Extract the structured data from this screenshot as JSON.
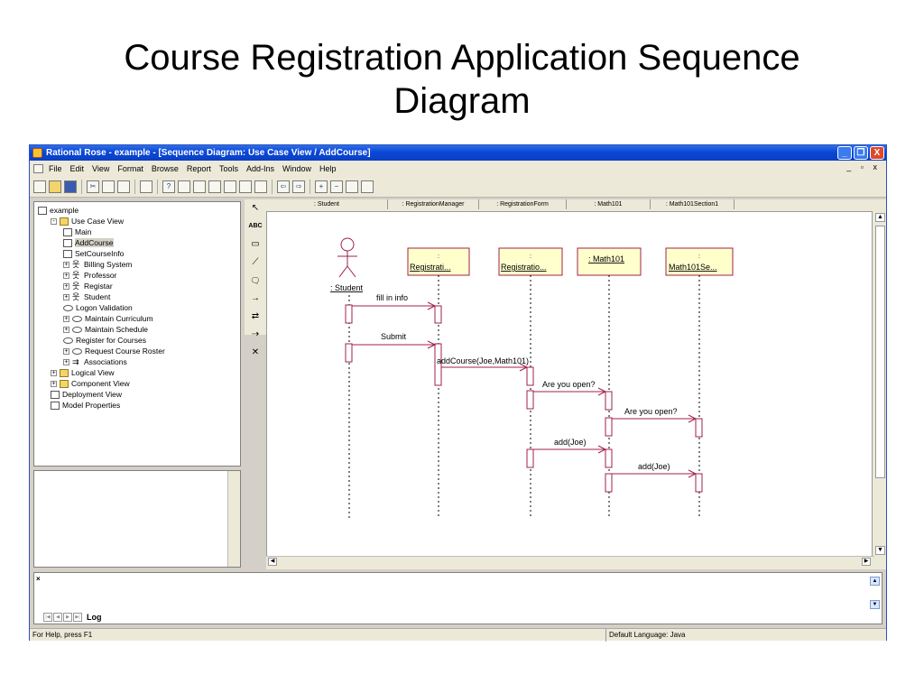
{
  "slide": {
    "title_line1": "Course Registration Application Sequence",
    "title_line2": "Diagram"
  },
  "window": {
    "title": "Rational Rose - example - [Sequence Diagram: Use Case View / AddCourse]",
    "buttons": [
      "_",
      "❐",
      "X"
    ]
  },
  "menu": {
    "items": [
      "File",
      "Edit",
      "View",
      "Format",
      "Browse",
      "Report",
      "Tools",
      "Add-Ins",
      "Window",
      "Help"
    ],
    "mdi_controls": "_ ▫ x"
  },
  "browser": {
    "tree": [
      {
        "label": "example",
        "level": 0,
        "icon": "model-icon",
        "exp": ""
      },
      {
        "label": "Use Case View",
        "level": 1,
        "icon": "folder-icon",
        "exp": "-"
      },
      {
        "label": "Main",
        "level": 2,
        "icon": "diagram-icon",
        "exp": ""
      },
      {
        "label": "AddCourse",
        "level": 2,
        "icon": "sequence-diagram-icon",
        "exp": "",
        "selected": true
      },
      {
        "label": "SetCourseInfo",
        "level": 2,
        "icon": "diagram-icon",
        "exp": ""
      },
      {
        "label": "Billing System",
        "level": 2,
        "icon": "actor-icon",
        "exp": "+"
      },
      {
        "label": "Professor",
        "level": 2,
        "icon": "actor-icon",
        "exp": "+"
      },
      {
        "label": "Registar",
        "level": 2,
        "icon": "actor-icon",
        "exp": "+"
      },
      {
        "label": "Student",
        "level": 2,
        "icon": "actor-icon",
        "exp": "+"
      },
      {
        "label": "Logon Validation",
        "level": 2,
        "icon": "use-case-icon",
        "exp": ""
      },
      {
        "label": "Maintain Curriculum",
        "level": 2,
        "icon": "use-case-icon",
        "exp": "+"
      },
      {
        "label": "Maintain Schedule",
        "level": 2,
        "icon": "use-case-icon",
        "exp": "+"
      },
      {
        "label": "Register for Courses",
        "level": 2,
        "icon": "use-case-icon",
        "exp": ""
      },
      {
        "label": "Request Course Roster",
        "level": 2,
        "icon": "use-case-icon",
        "exp": "+"
      },
      {
        "label": "Associations",
        "level": 2,
        "icon": "associations-icon",
        "exp": "+"
      },
      {
        "label": "Logical View",
        "level": 1,
        "icon": "folder-icon",
        "exp": "+"
      },
      {
        "label": "Component View",
        "level": 1,
        "icon": "folder-icon",
        "exp": "+"
      },
      {
        "label": "Deployment View",
        "level": 1,
        "icon": "deployment-icon",
        "exp": ""
      },
      {
        "label": "Model Properties",
        "level": 1,
        "icon": "properties-icon",
        "exp": ""
      }
    ]
  },
  "palette": {
    "tools": [
      "↖",
      "ABC",
      "▭",
      "⟋",
      "🗨",
      "→",
      "⇄",
      "⇢",
      "✕"
    ]
  },
  "diagram": {
    "column_headers": [
      ": Student",
      ": RegistrationManager",
      ": RegistrationForm",
      ": Math101",
      ": Math101Section1"
    ],
    "actor_label": ": Student",
    "objects": [
      "Registrati...",
      "Registratio...",
      ": Math101",
      "Math101Se..."
    ],
    "messages": [
      "fill in info",
      "Submit",
      "addCourse(Joe,Math101)",
      "Are you open?",
      "Are you open?",
      "add(Joe)",
      "add(Joe)"
    ]
  },
  "log": {
    "tab_label": "Log"
  },
  "status": {
    "left": "For Help, press F1",
    "language": "Default Language: Java"
  },
  "colors": {
    "title_bar": "#0a47d6",
    "object_fill": "#ffffcc",
    "object_border": "#a0204a",
    "message_line": "#a0204a"
  }
}
